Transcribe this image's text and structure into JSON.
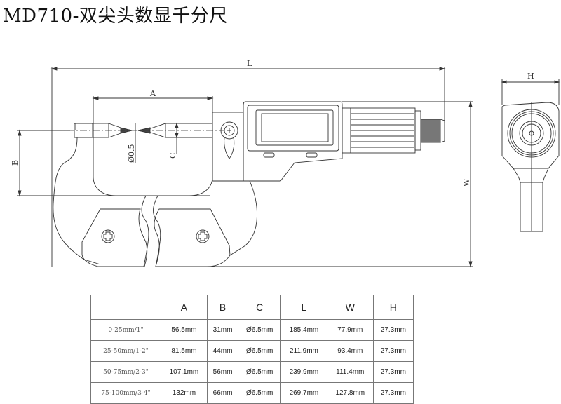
{
  "title": "MD710-双尖头数显千分尺",
  "drawing": {
    "dimension_labels": {
      "L": "L",
      "A": "A",
      "B": "B",
      "C": "C",
      "W": "W",
      "H": "H",
      "tip": "Ø0.5"
    }
  },
  "spec_table": {
    "headers": [
      "",
      "A",
      "B",
      "C",
      "L",
      "W",
      "H"
    ],
    "rows": [
      {
        "range": "0-25mm/1\"",
        "A": "56.5mm",
        "B": "31mm",
        "C": "Ø6.5mm",
        "L": "185.4mm",
        "W": "77.9mm",
        "H": "27.3mm"
      },
      {
        "range": "25-50mm/1-2\"",
        "A": "81.5mm",
        "B": "44mm",
        "C": "Ø6.5mm",
        "L": "211.9mm",
        "W": "93.4mm",
        "H": "27.3mm"
      },
      {
        "range": "50-75mm/2-3\"",
        "A": "107.1mm",
        "B": "56mm",
        "C": "Ø6.5mm",
        "L": "239.9mm",
        "W": "111.4mm",
        "H": "27.3mm"
      },
      {
        "range": "75-100mm/3-4\"",
        "A": "132mm",
        "B": "66mm",
        "C": "Ø6.5mm",
        "L": "269.7mm",
        "W": "127.8mm",
        "H": "27.3mm"
      }
    ]
  }
}
